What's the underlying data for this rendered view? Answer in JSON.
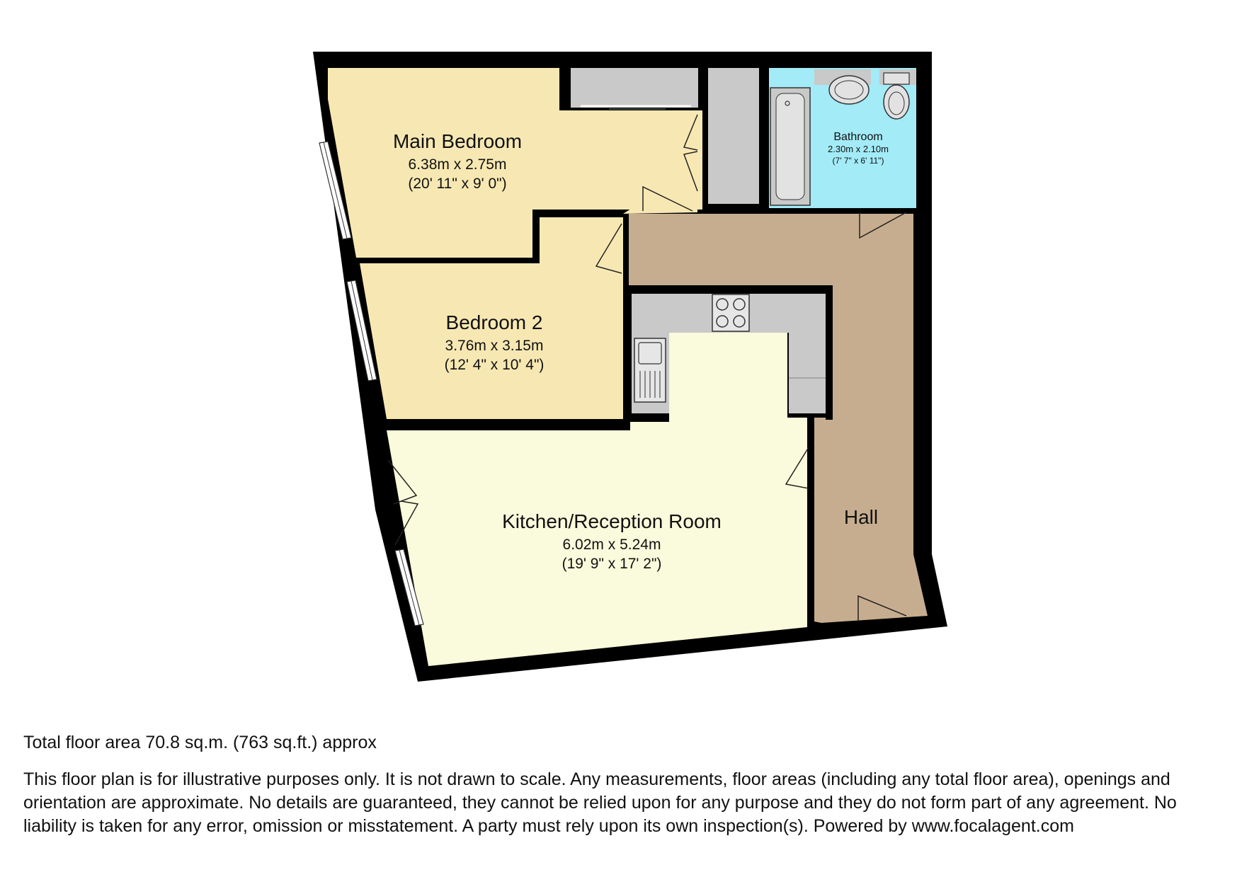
{
  "colors": {
    "wall": "#000000",
    "bedroom_fill": "#f7e8b3",
    "living_fill": "#fafadc",
    "hall_fill": "#c7ad8f",
    "bathroom_fill": "#a2ebf7",
    "fixture_fill": "#c9c9c9",
    "window_fill": "#ffffff"
  },
  "rooms": {
    "main_bedroom": {
      "name": "Main Bedroom",
      "dim_metric": "6.38m x 2.75m",
      "dim_imperial": "(20' 11\" x 9' 0\")"
    },
    "bedroom_2": {
      "name": "Bedroom 2",
      "dim_metric": "3.76m x 3.15m",
      "dim_imperial": "(12' 4\" x 10' 4\")"
    },
    "bathroom": {
      "name": "Bathroom",
      "dim_metric": "2.30m x 2.10m",
      "dim_imperial": "(7' 7\" x 6' 11\")"
    },
    "kitchen_reception": {
      "name": "Kitchen/Reception Room",
      "dim_metric": "6.02m x 5.24m",
      "dim_imperial": "(19' 9\" x 17' 2\")"
    },
    "hall": {
      "name": "Hall"
    }
  },
  "fixtures": [
    "wardrobe-icon",
    "cupboard-icon",
    "bathtub-icon",
    "basin-icon",
    "toilet-icon",
    "hob-icon",
    "sink-icon",
    "door-swing-icon",
    "window-icon"
  ],
  "footer": {
    "total_area": "Total floor area 70.8 sq.m. (763 sq.ft.) approx",
    "disclaimer": "This floor plan is for illustrative purposes only. It is not drawn to scale. Any measurements, floor areas (including any total floor area), openings and orientation are approximate. No details are guaranteed, they cannot be relied upon for any purpose and they do not form part of any agreement. No liability is taken for any error, omission or misstatement. A party must rely upon its own inspection(s). Powered by www.focalagent.com"
  }
}
